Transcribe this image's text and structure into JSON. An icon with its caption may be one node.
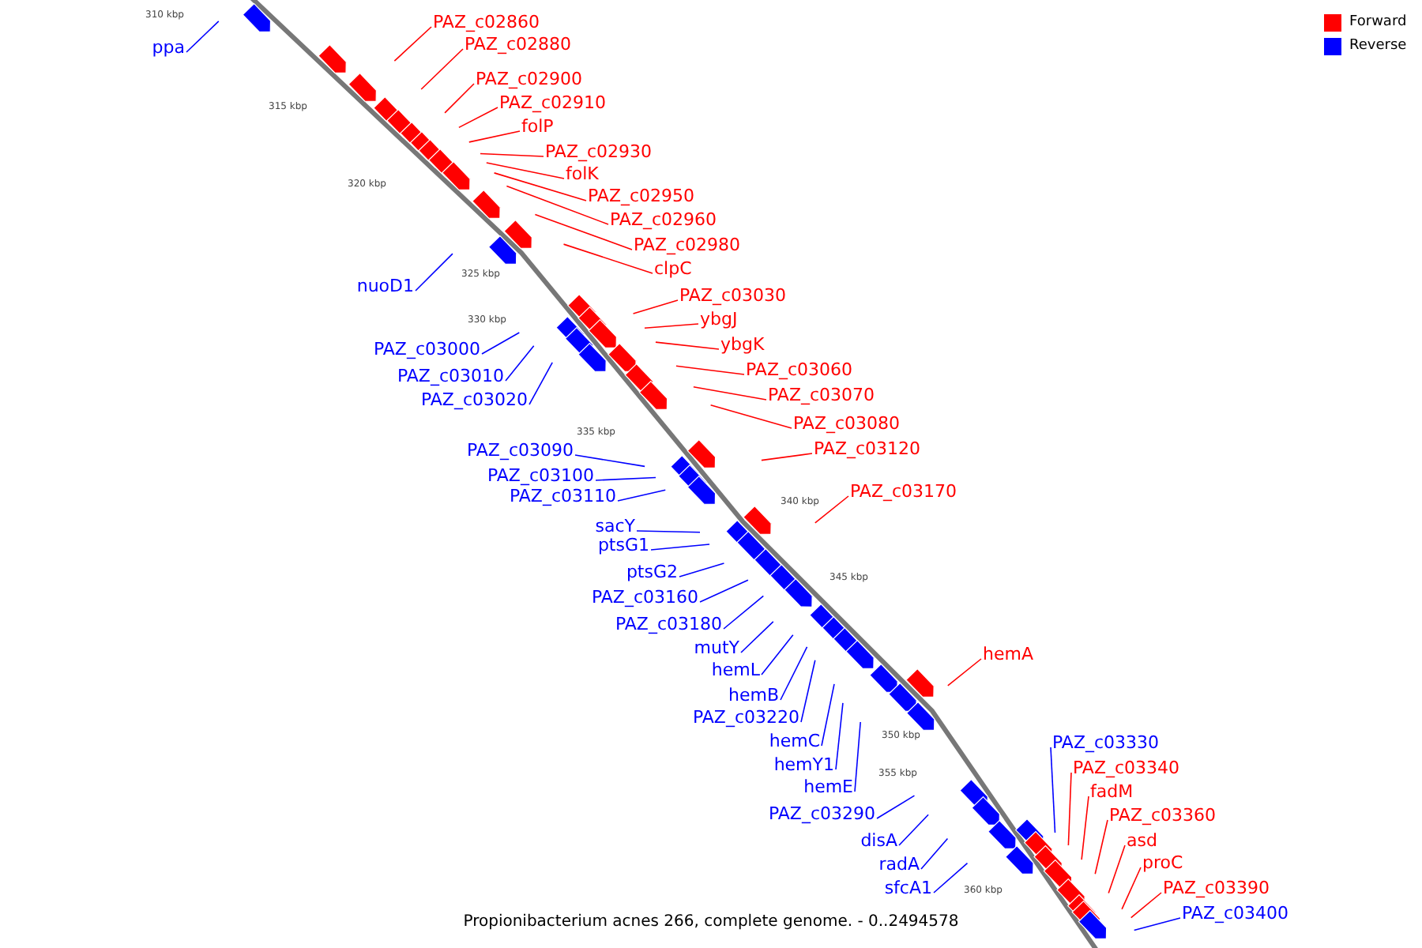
{
  "diagram": {
    "caption": "Propionibacterium acnes 266, complete genome. - 0..2494578",
    "nodes": [
      {
        "text": [
          "ppa"
        ]
      },
      {
        "text": [
          "PAZ_c02860"
        ]
      },
      {
        "text": [
          "PAZ_c02880"
        ]
      },
      {
        "text": [
          "PAZ_c02900"
        ]
      },
      {
        "text": [
          "PAZ_c02910"
        ]
      },
      {
        "text": [
          "folP"
        ]
      },
      {
        "text": [
          "PAZ_c02930"
        ]
      },
      {
        "text": [
          "folK"
        ]
      },
      {
        "text": [
          "PAZ_c02950"
        ]
      },
      {
        "text": [
          "PAZ_c02960"
        ]
      },
      {
        "text": [
          "PAZ_c02980"
        ]
      },
      {
        "text": [
          "nuoD1"
        ]
      },
      {
        "text": [
          "clpC"
        ]
      },
      {
        "text": [
          "PAZ_c03030"
        ]
      },
      {
        "text": [
          "ybgJ"
        ]
      },
      {
        "text": [
          "ybgK"
        ]
      },
      {
        "text": [
          "PAZ_c03000"
        ]
      },
      {
        "text": [
          "PAZ_c03060"
        ]
      },
      {
        "text": [
          "PAZ_c03010"
        ]
      },
      {
        "text": [
          "PAZ_c03070"
        ]
      },
      {
        "text": [
          "PAZ_c03020"
        ]
      },
      {
        "text": [
          "PAZ_c03080"
        ]
      },
      {
        "text": [
          "PAZ_c03120"
        ]
      },
      {
        "text": [
          "PAZ_c03090"
        ]
      },
      {
        "text": [
          "PAZ_c03100"
        ]
      },
      {
        "text": [
          "PAZ_c03110"
        ]
      },
      {
        "text": [
          "PAZ_c03170"
        ]
      },
      {
        "text": [
          "sacY"
        ]
      },
      {
        "text": [
          "ptsG1"
        ]
      },
      {
        "text": [
          "ptsG2"
        ]
      },
      {
        "text": [
          "PAZ_c03160"
        ]
      },
      {
        "text": [
          "PAZ_c03180"
        ]
      },
      {
        "text": [
          "mutY"
        ]
      },
      {
        "text": [
          "hemA"
        ]
      },
      {
        "text": [
          "hemL"
        ]
      },
      {
        "text": [
          "hemB"
        ]
      },
      {
        "text": [
          "PAZ_c03220"
        ]
      },
      {
        "text": [
          "PAZ_c03330"
        ]
      },
      {
        "text": [
          "hemC"
        ]
      },
      {
        "text": [
          "PAZ_c03340"
        ]
      },
      {
        "text": [
          "hemY1"
        ]
      },
      {
        "text": [
          "hemE"
        ]
      },
      {
        "text": [
          "fadM"
        ]
      },
      {
        "text": [
          "PAZ_c03290"
        ]
      },
      {
        "text": [
          "PAZ_c03360"
        ]
      },
      {
        "text": [
          "disA"
        ]
      },
      {
        "text": [
          "asd"
        ]
      },
      {
        "text": [
          "radA"
        ]
      },
      {
        "text": [
          "proC"
        ]
      },
      {
        "text": [
          "sfcA1"
        ]
      },
      {
        "text": [
          "PAZ_c03390"
        ]
      },
      {
        "text": [
          "PAZ_c03400"
        ]
      }
    ],
    "edges": [
      {
        "from": 0,
        "to": null,
        "arrow": "none",
        "color": "#0000ff"
      },
      {
        "from": 1,
        "to": null,
        "arrow": "none",
        "color": "#ff0000"
      },
      {
        "from": 2,
        "to": null,
        "arrow": "none",
        "color": "#ff0000"
      },
      {
        "from": 3,
        "to": null,
        "arrow": "none",
        "color": "#ff0000"
      },
      {
        "from": 4,
        "to": null,
        "arrow": "none",
        "color": "#ff0000"
      },
      {
        "from": 5,
        "to": null,
        "arrow": "none",
        "color": "#ff0000"
      },
      {
        "from": 6,
        "to": null,
        "arrow": "none",
        "color": "#ff0000"
      },
      {
        "from": 7,
        "to": null,
        "arrow": "none",
        "color": "#ff0000"
      },
      {
        "from": 8,
        "to": null,
        "arrow": "none",
        "color": "#ff0000"
      },
      {
        "from": 9,
        "to": null,
        "arrow": "none",
        "color": "#ff0000"
      },
      {
        "from": 10,
        "to": null,
        "arrow": "none",
        "color": "#ff0000"
      },
      {
        "from": 11,
        "to": null,
        "arrow": "none",
        "color": "#0000ff"
      },
      {
        "from": 12,
        "to": null,
        "arrow": "none",
        "color": "#ff0000"
      },
      {
        "from": 13,
        "to": null,
        "arrow": "none",
        "color": "#ff0000"
      },
      {
        "from": 14,
        "to": null,
        "arrow": "none",
        "color": "#ff0000"
      },
      {
        "from": 15,
        "to": null,
        "arrow": "none",
        "color": "#ff0000"
      },
      {
        "from": 16,
        "to": null,
        "arrow": "none",
        "color": "#0000ff"
      },
      {
        "from": 17,
        "to": null,
        "arrow": "none",
        "color": "#ff0000"
      },
      {
        "from": 18,
        "to": null,
        "arrow": "none",
        "color": "#0000ff"
      },
      {
        "from": 19,
        "to": null,
        "arrow": "none",
        "color": "#ff0000"
      },
      {
        "from": 20,
        "to": null,
        "arrow": "none",
        "color": "#0000ff"
      },
      {
        "from": 21,
        "to": null,
        "arrow": "none",
        "color": "#ff0000"
      },
      {
        "from": 22,
        "to": null,
        "arrow": "none",
        "color": "#ff0000"
      },
      {
        "from": 23,
        "to": null,
        "arrow": "none",
        "color": "#0000ff"
      },
      {
        "from": 24,
        "to": null,
        "arrow": "none",
        "color": "#0000ff"
      },
      {
        "from": 25,
        "to": null,
        "arrow": "none",
        "color": "#0000ff"
      },
      {
        "from": 26,
        "to": null,
        "arrow": "none",
        "color": "#ff0000"
      },
      {
        "from": 27,
        "to": null,
        "arrow": "none",
        "color": "#0000ff"
      },
      {
        "from": 28,
        "to": null,
        "arrow": "none",
        "color": "#0000ff"
      },
      {
        "from": 29,
        "to": null,
        "arrow": "none",
        "color": "#0000ff"
      },
      {
        "from": 30,
        "to": null,
        "arrow": "none",
        "color": "#0000ff"
      },
      {
        "from": 31,
        "to": null,
        "arrow": "none",
        "color": "#0000ff"
      },
      {
        "from": 32,
        "to": null,
        "arrow": "none",
        "color": "#0000ff"
      },
      {
        "from": 33,
        "to": null,
        "arrow": "none",
        "color": "#ff0000"
      },
      {
        "from": 34,
        "to": null,
        "arrow": "none",
        "color": "#0000ff"
      },
      {
        "from": 35,
        "to": null,
        "arrow": "none",
        "color": "#0000ff"
      },
      {
        "from": 36,
        "to": null,
        "arrow": "none",
        "color": "#0000ff"
      },
      {
        "from": 37,
        "to": null,
        "arrow": "none",
        "color": "#0000ff"
      },
      {
        "from": 38,
        "to": null,
        "arrow": "none",
        "color": "#0000ff"
      },
      {
        "from": 39,
        "to": null,
        "arrow": "none",
        "color": "#ff0000"
      },
      {
        "from": 40,
        "to": null,
        "arrow": "none",
        "color": "#0000ff"
      },
      {
        "from": 41,
        "to": null,
        "arrow": "none",
        "color": "#0000ff"
      },
      {
        "from": 42,
        "to": null,
        "arrow": "none",
        "color": "#ff0000"
      },
      {
        "from": 43,
        "to": null,
        "arrow": "none",
        "color": "#0000ff"
      },
      {
        "from": 44,
        "to": null,
        "arrow": "none",
        "color": "#ff0000"
      },
      {
        "from": 45,
        "to": null,
        "arrow": "none",
        "color": "#0000ff"
      },
      {
        "from": 46,
        "to": null,
        "arrow": "none",
        "color": "#ff0000"
      },
      {
        "from": 47,
        "to": null,
        "arrow": "none",
        "color": "#0000ff"
      },
      {
        "from": 48,
        "to": null,
        "arrow": "none",
        "color": "#ff0000"
      },
      {
        "from": 49,
        "to": null,
        "arrow": "none",
        "color": "#0000ff"
      },
      {
        "from": 50,
        "to": null,
        "arrow": "none",
        "color": "#ff0000"
      },
      {
        "from": 51,
        "to": null,
        "arrow": "none",
        "color": "#0000ff"
      }
    ],
    "labels": [
      "310 kbp",
      "315 kbp",
      "320 kbp",
      "325 kbp",
      "330 kbp",
      "335 kbp",
      "340 kbp",
      "345 kbp",
      "350 kbp",
      "355 kbp",
      "360 kbp"
    ],
    "legend": [
      {
        "text": "Forward",
        "color": "#ff0000"
      },
      {
        "text": "Reverse",
        "color": "#0000ff"
      }
    ]
  }
}
